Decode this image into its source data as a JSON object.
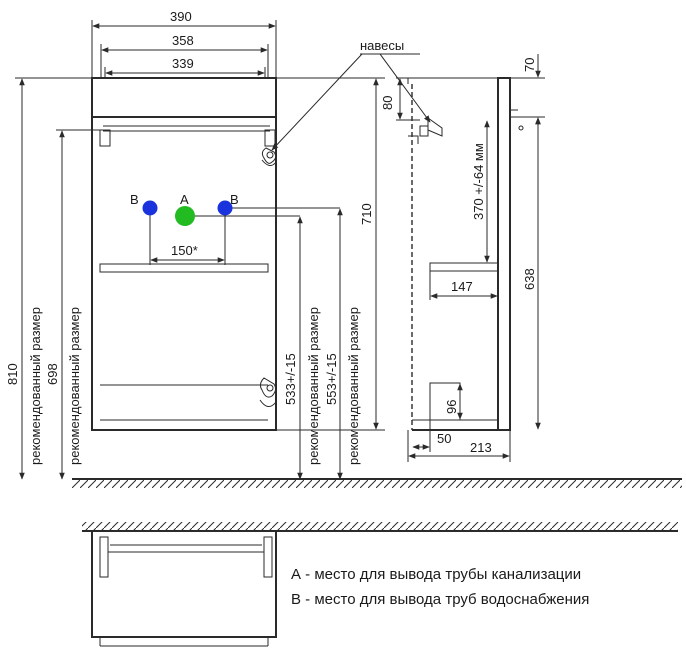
{
  "dimensions": {
    "total_width": "390",
    "outer_width": "358",
    "inner_width": "339",
    "top_height": "70",
    "top_offset": "80",
    "height_710": "710",
    "height_638": "638",
    "hinge_offset": "370 +/-64 мм",
    "shelf_depth": "147",
    "plinth_height": "96",
    "plinth_depth": "50",
    "depth": "213",
    "pipe_spacing": "150*",
    "total_height": "810",
    "height_698": "698",
    "pipe_height_1": "533+/-15",
    "pipe_height_2": "553+/-15"
  },
  "labels": {
    "hinges": "навесы",
    "recommended_size": "рекомендованный размер",
    "point_a": "A",
    "point_b": "B"
  },
  "legend": {
    "a": "А - место для вывода трубы канализации",
    "b": "В - место для вывода труб водоснабжения"
  },
  "colors": {
    "sewer_outlet": "#22bb22",
    "water_outlet": "#1a33dd"
  }
}
